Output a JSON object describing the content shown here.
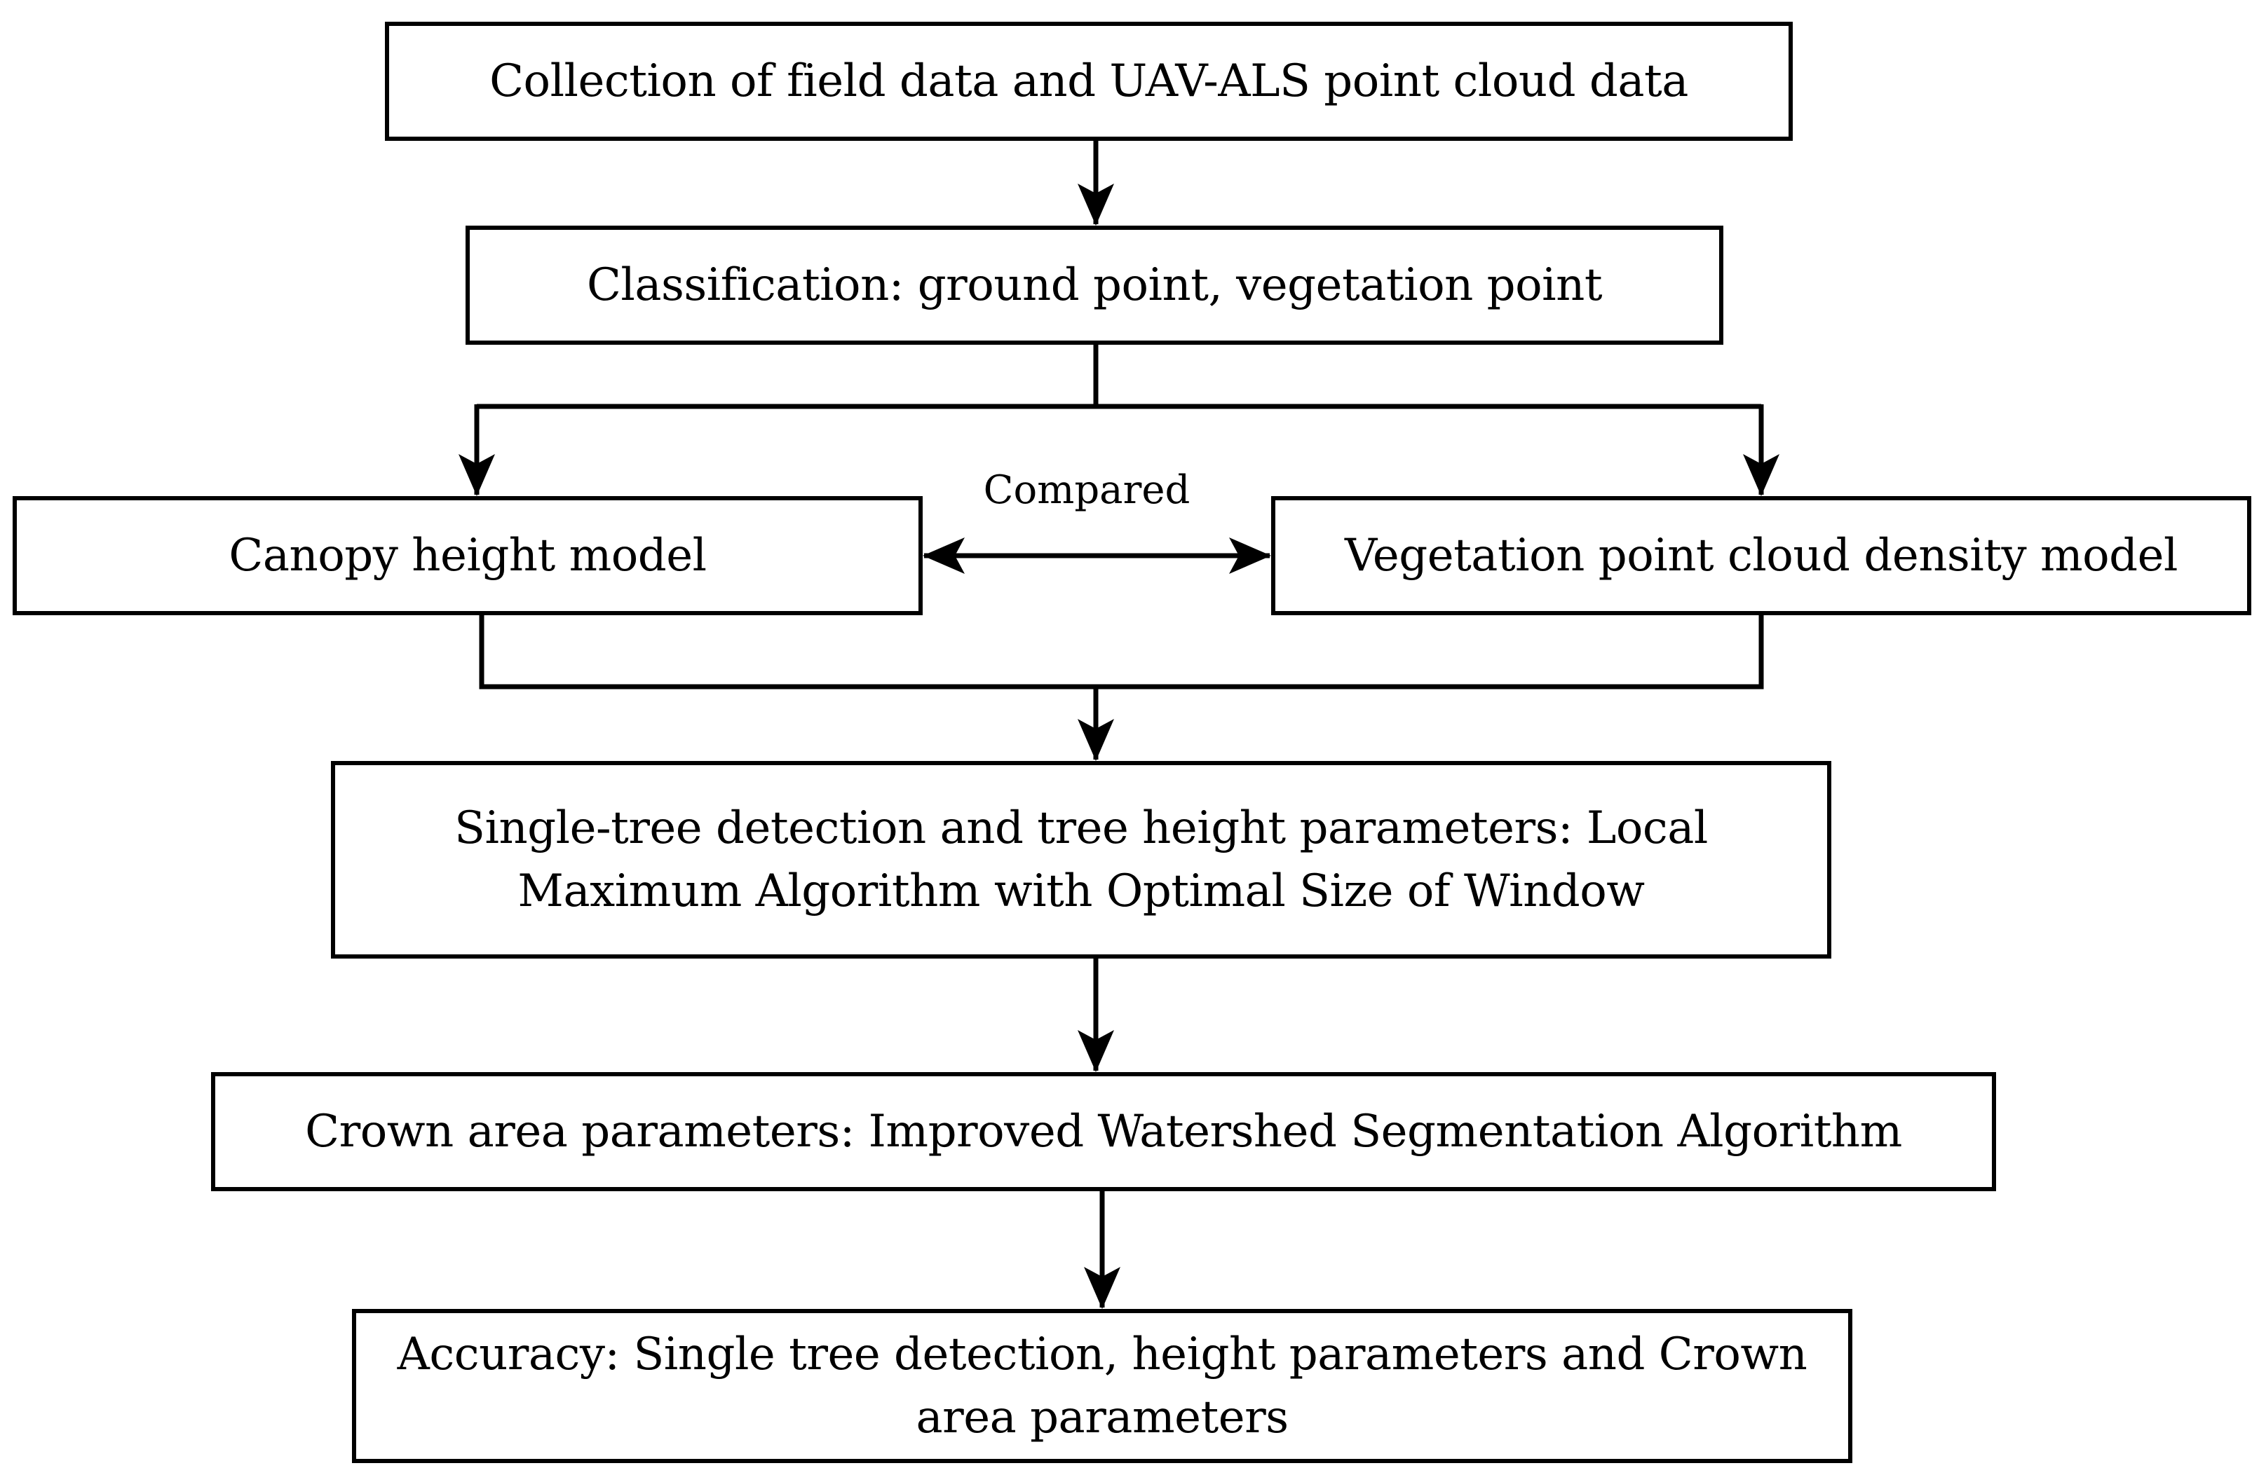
{
  "flowchart": {
    "collection": "Collection of field data and UAV-ALS point cloud data",
    "classification": "Classification: ground point, vegetation point",
    "canopy_height_model": "Canopy height model",
    "vegetation_density_model": "Vegetation point cloud density model",
    "compared_label": "Compared",
    "single_tree": "Single-tree detection and tree height parameters: Local Maximum Algorithm with Optimal Size of Window",
    "crown_area": "Crown area parameters: Improved Watershed Segmentation Algorithm",
    "accuracy": "Accuracy: Single tree detection, height parameters and Crown area parameters"
  },
  "colors": {
    "stroke": "#000000",
    "background": "#ffffff"
  }
}
